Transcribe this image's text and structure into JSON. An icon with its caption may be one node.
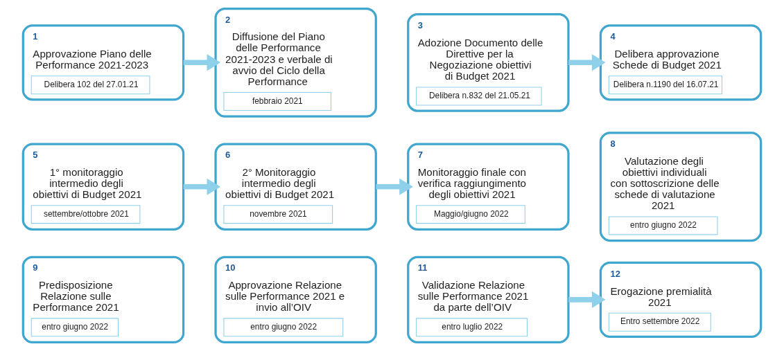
{
  "diagram": {
    "nodes": [
      {
        "text": [
          "1",
          "Approvazione Piano delle Performance 2021-2023",
          "Delibera 102 del 27.01.21"
        ]
      },
      {
        "text": [
          "2",
          "Diffusione del Piano delle Performance 2021-2023 e verbale di avvio del Ciclo della Performance",
          "febbraio 2021"
        ]
      },
      {
        "text": [
          "3",
          "Adozione Documento delle Direttive per la Negoziazione obiettivi di Budget 2021",
          "Delibera n.832 del 21.05.21"
        ]
      },
      {
        "text": [
          "4",
          "Delibera approvazione Schede di Budget 2021",
          "Delibera n.1190 del 16.07.21"
        ]
      },
      {
        "text": [
          "5",
          "1° monitoraggio intermedio degli obiettivi di Budget 2021",
          "settembre/ottobre 2021"
        ]
      },
      {
        "text": [
          "6",
          "2° Monitoraggio intermedio degli obiettivi di Budget 2021",
          "novembre 2021"
        ]
      },
      {
        "text": [
          "7",
          "Monitoraggio finale con verifica raggiungimento degli obiettivi 2021",
          "Maggio/giugno 2022"
        ]
      },
      {
        "text": [
          "8",
          "Valutazione degli obiettivi individuali con sottoscrizione delle schede di valutazione 2021",
          "entro giugno 2022"
        ]
      },
      {
        "text": [
          "9",
          "Predisposizione Relazione sulle Performance 2021",
          "entro giugno 2022"
        ]
      },
      {
        "text": [
          "10",
          "Approvazione Relazione sulle Performance 2021 e invio all’OIV",
          "entro giugno 2022"
        ]
      },
      {
        "text": [
          "11",
          "Validazione Relazione sulle Performance 2021 da parte dell’OIV",
          "entro luglio 2022"
        ]
      },
      {
        "text": [
          "12",
          "Erogazione premialità 2021",
          "Entro settembre 2022"
        ]
      }
    ],
    "edges": [
      {
        "from": 0,
        "to": 1,
        "arrow": "to"
      },
      {
        "from": 2,
        "to": 3,
        "arrow": "to"
      },
      {
        "from": 4,
        "to": 5,
        "arrow": "to"
      },
      {
        "from": 5,
        "to": 6,
        "arrow": "to"
      },
      {
        "from": 10,
        "to": 11,
        "arrow": "to"
      }
    ]
  }
}
